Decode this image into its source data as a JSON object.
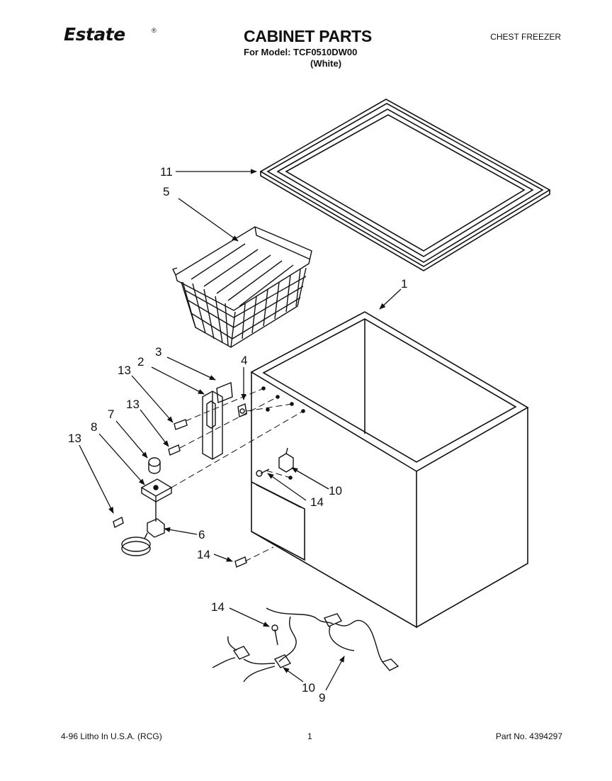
{
  "header": {
    "brand": "Estate",
    "brand_mark": "®",
    "title": "CABINET PARTS",
    "model_line": "For Model: TCF0510DW00",
    "color_line": "(White)",
    "product_type": "CHEST FREEZER"
  },
  "callouts": {
    "c1": "1",
    "c2": "2",
    "c3": "3",
    "c4": "4",
    "c5": "5",
    "c6": "6",
    "c7": "7",
    "c8": "8",
    "c9": "9",
    "c10_upper": "10",
    "c10_lower": "10",
    "c11": "11",
    "c13_a": "13",
    "c13_b": "13",
    "c13_c": "13",
    "c14_upper": "14",
    "c14_mid": "14",
    "c14_lower": "14"
  },
  "footer": {
    "print_info": "4-96 Litho In U.S.A. (RCG)",
    "page_number": "1",
    "part_number": "Part No. 4394297"
  },
  "colors": {
    "ink": "#111111",
    "paper": "#ffffff"
  }
}
